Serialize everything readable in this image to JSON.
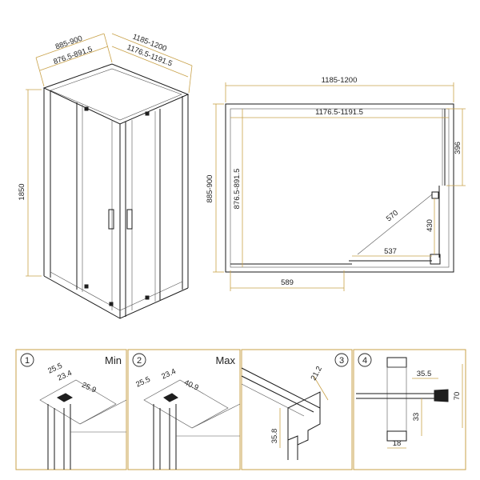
{
  "iso": {
    "depth_outer": "885-900",
    "depth_inner": "876.5-891.5",
    "width_outer": "1185-1200",
    "width_inner": "1176.5-1191.5",
    "height": "1850"
  },
  "plan": {
    "width_outer": "1185-1200",
    "width_inner": "1176.5-1191.5",
    "depth_outer": "885-900",
    "depth_inner": "876.5-891.5",
    "fixed_right": "396",
    "door_open_height": "430",
    "door_swing": "570",
    "door_width": "537",
    "fixed_left": "589"
  },
  "details": [
    {
      "num": "1",
      "title": "Min",
      "dims": [
        "25.5",
        "23.4",
        "25.9"
      ]
    },
    {
      "num": "2",
      "title": "Max",
      "dims": [
        "25.5",
        "23.4",
        "40.9"
      ]
    },
    {
      "num": "3",
      "title": "",
      "dims": [
        "21.2",
        "35.8"
      ]
    },
    {
      "num": "4",
      "title": "",
      "dims": [
        "35.5",
        "70",
        "33",
        "18"
      ]
    }
  ]
}
